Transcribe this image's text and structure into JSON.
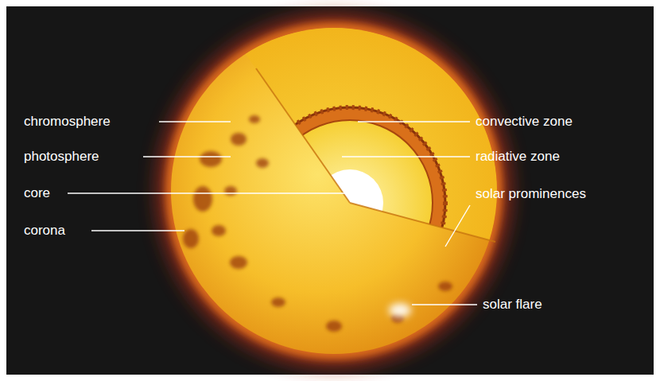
{
  "diagram": {
    "labels": [
      "chromosphere",
      "photosphere",
      "core",
      "corona",
      "convective zone",
      "radiative zone",
      "solar prominences",
      "solar flare"
    ]
  }
}
